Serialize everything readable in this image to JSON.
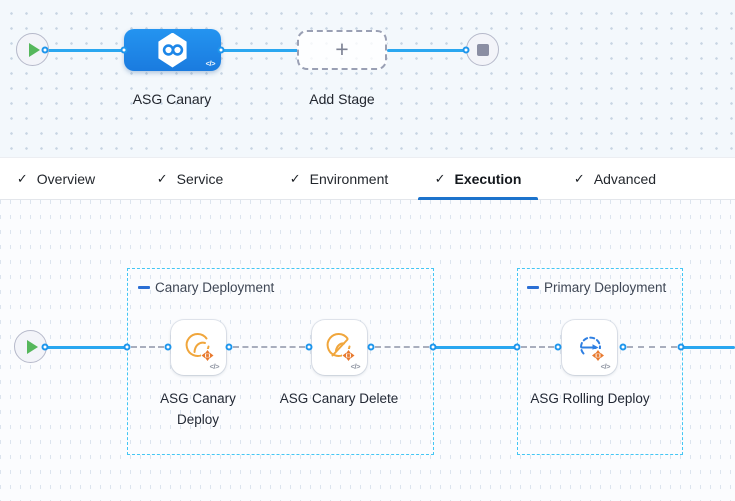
{
  "glyphs": {
    "check": "✓",
    "plus": "+",
    "code": "</>"
  },
  "stage_graph": {
    "stage": {
      "label": "ASG Canary"
    },
    "add_stage": {
      "label": "Add Stage"
    }
  },
  "tabs": [
    {
      "label": "Overview",
      "active": false
    },
    {
      "label": "Service",
      "active": false
    },
    {
      "label": "Environment",
      "active": false
    },
    {
      "label": "Execution",
      "active": true
    },
    {
      "label": "Advanced",
      "active": false
    }
  ],
  "execution_graph": {
    "groups": [
      {
        "label": "Canary Deployment"
      },
      {
        "label": "Primary Deployment"
      }
    ],
    "steps": [
      {
        "label": "ASG Canary Deploy"
      },
      {
        "label": "ASG Canary Delete"
      },
      {
        "label": "ASG Rolling Deploy"
      }
    ]
  },
  "colors": {
    "line_blue": "#2aa7f0",
    "port_ring_blue": "#1e96ec",
    "stage_node_blue": "#1e87ea",
    "tab_underline": "#1c73cc",
    "group_border_cyan": "#43c6f4",
    "group_dash_blue": "#2b6fd4",
    "icon_orange": "#f0a63c",
    "cross_orange": "#e8792e",
    "play_green": "#56b75c",
    "stop_gray": "#8b8ea3"
  }
}
